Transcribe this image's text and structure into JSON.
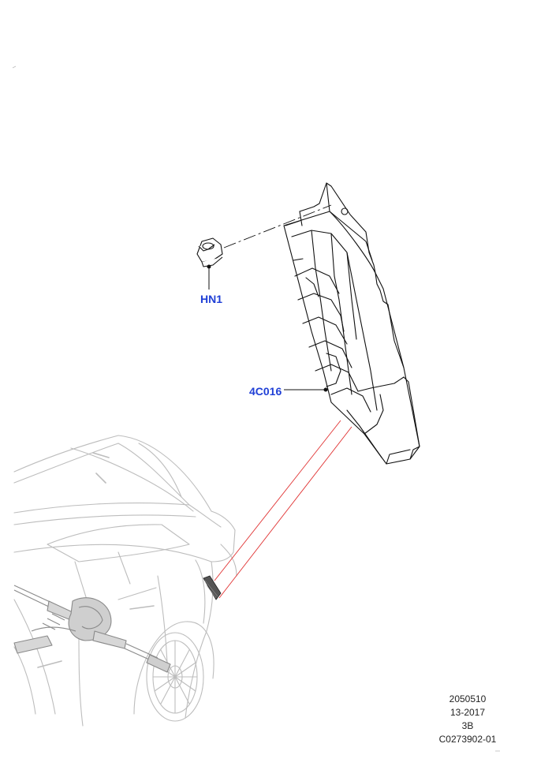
{
  "callouts": {
    "fastener": "HN1",
    "module": "4C016"
  },
  "reference": {
    "line1": "2050510",
    "line2": "13-2017",
    "line3": "3B",
    "line4": "C0273902-01"
  },
  "colors": {
    "callout_text": "#1f3fd6",
    "leader_line": "#e03030",
    "part_outline": "#111111",
    "vehicle_outline": "#bdbdbd"
  },
  "icons": {
    "fastener": "hex-nut-icon",
    "module": "control-module-icon",
    "vehicle": "vehicle-rear-icon"
  }
}
